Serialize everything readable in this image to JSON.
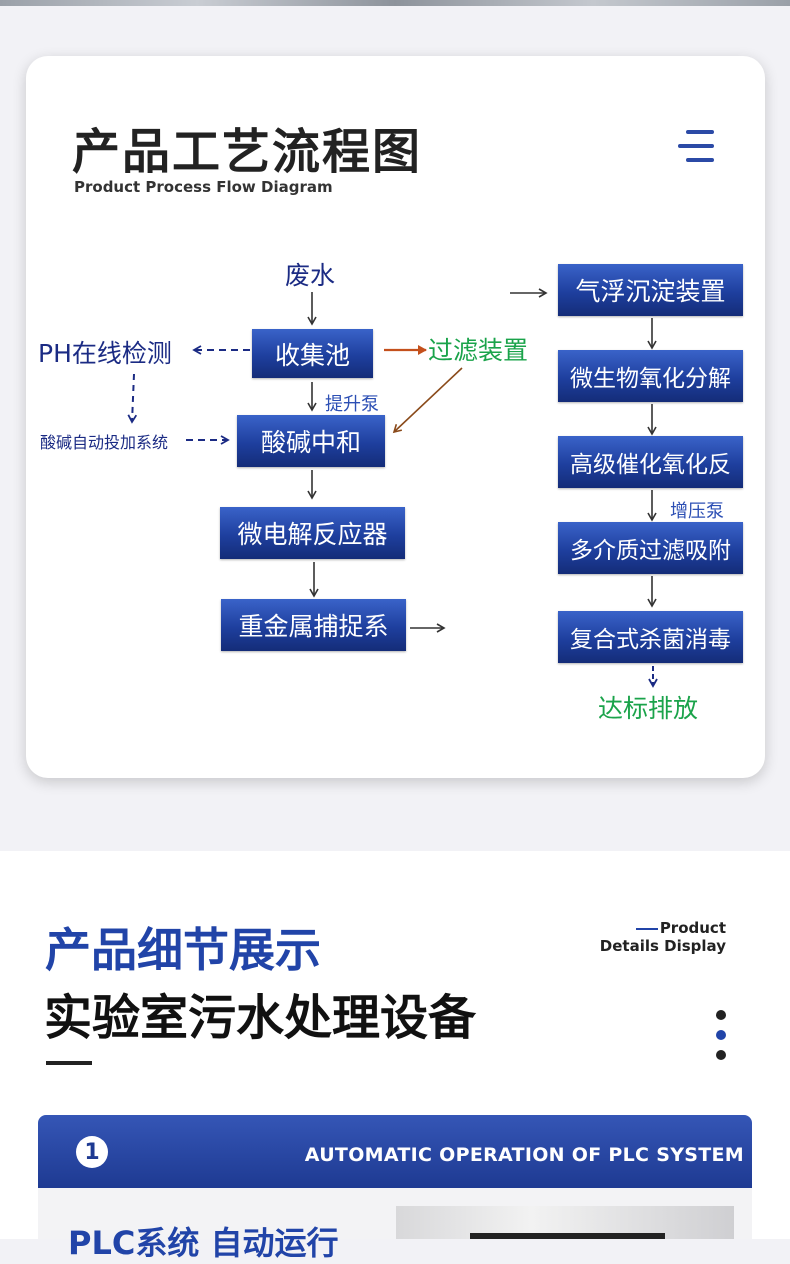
{
  "header": {
    "title": "产品工艺流程图",
    "subtitle": "Product Process Flow Diagram"
  },
  "flow": {
    "waste_water": "废水",
    "ph_online": "PH在线检测",
    "collection_tank": "收集池",
    "filter_device": "过滤装置",
    "lift_pump": "提升泵",
    "acid_base_dosing": "酸碱自动投加系统",
    "acid_base_neutralize": "酸碱中和",
    "micro_electrolysis": "微电解反应器",
    "heavy_metal": "重金属捕捉系",
    "air_flotation": "气浮沉淀装置",
    "micro_bio": "微生物氧化分解",
    "advanced_oxidation": "高级催化氧化反",
    "booster_pump": "增压泵",
    "multi_media": "多介质过滤吸附",
    "disinfection": "复合式杀菌消毒",
    "discharge": "达标排放"
  },
  "details": {
    "heading_blue": "产品细节展示",
    "heading_black": "实验室污水处理设备",
    "en_line1": "Product",
    "en_line2": "Details Display",
    "banner_number": "1",
    "banner_text": "AUTOMATIC OPERATION OF PLC SYSTEM",
    "item_title": "PLC系统 自动运行"
  },
  "colors": {
    "box_blue": "#1e3f9e",
    "accent_blue": "#2144a8",
    "green": "#1aa34a",
    "orange_arrow": "#c4501c"
  }
}
